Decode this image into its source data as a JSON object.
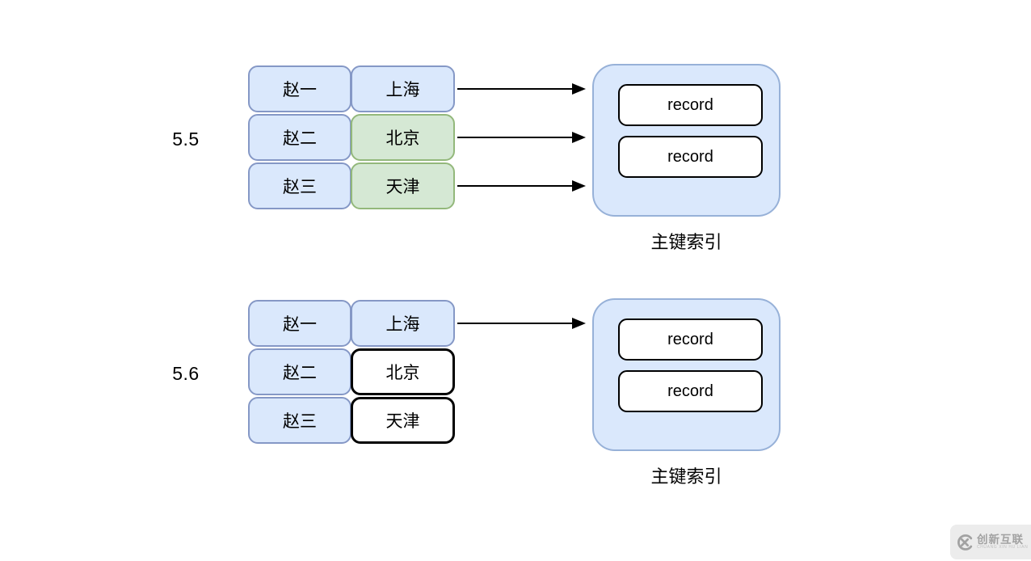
{
  "diagram": {
    "groups": [
      {
        "version": "5.5",
        "rows": [
          {
            "name": "赵一",
            "city": "上海",
            "city_variant": "blue"
          },
          {
            "name": "赵二",
            "city": "北京",
            "city_variant": "green"
          },
          {
            "name": "赵三",
            "city": "天津",
            "city_variant": "green"
          }
        ],
        "arrow_count": 3,
        "index": {
          "records": [
            "record",
            "record"
          ],
          "label": "主键索引"
        }
      },
      {
        "version": "5.6",
        "rows": [
          {
            "name": "赵一",
            "city": "上海",
            "city_variant": "blue"
          },
          {
            "name": "赵二",
            "city": "北京",
            "city_variant": "white"
          },
          {
            "name": "赵三",
            "city": "天津",
            "city_variant": "white"
          }
        ],
        "arrow_count": 1,
        "index": {
          "records": [
            "record",
            "record"
          ],
          "label": "主键索引"
        }
      }
    ],
    "colors": {
      "blue_fill": "#dae8fc",
      "blue_border": "#8598c6",
      "green_fill": "#d5e8d4",
      "green_border": "#93b87b",
      "container_border": "#97b1d8",
      "arrow": "#000000",
      "record_fill": "#ffffff",
      "record_border": "#000000"
    }
  },
  "watermark": {
    "logo": "cx-circle-x-logo",
    "brand": "创新互联",
    "subtext": "CHUANG XIN HU LIAN"
  }
}
